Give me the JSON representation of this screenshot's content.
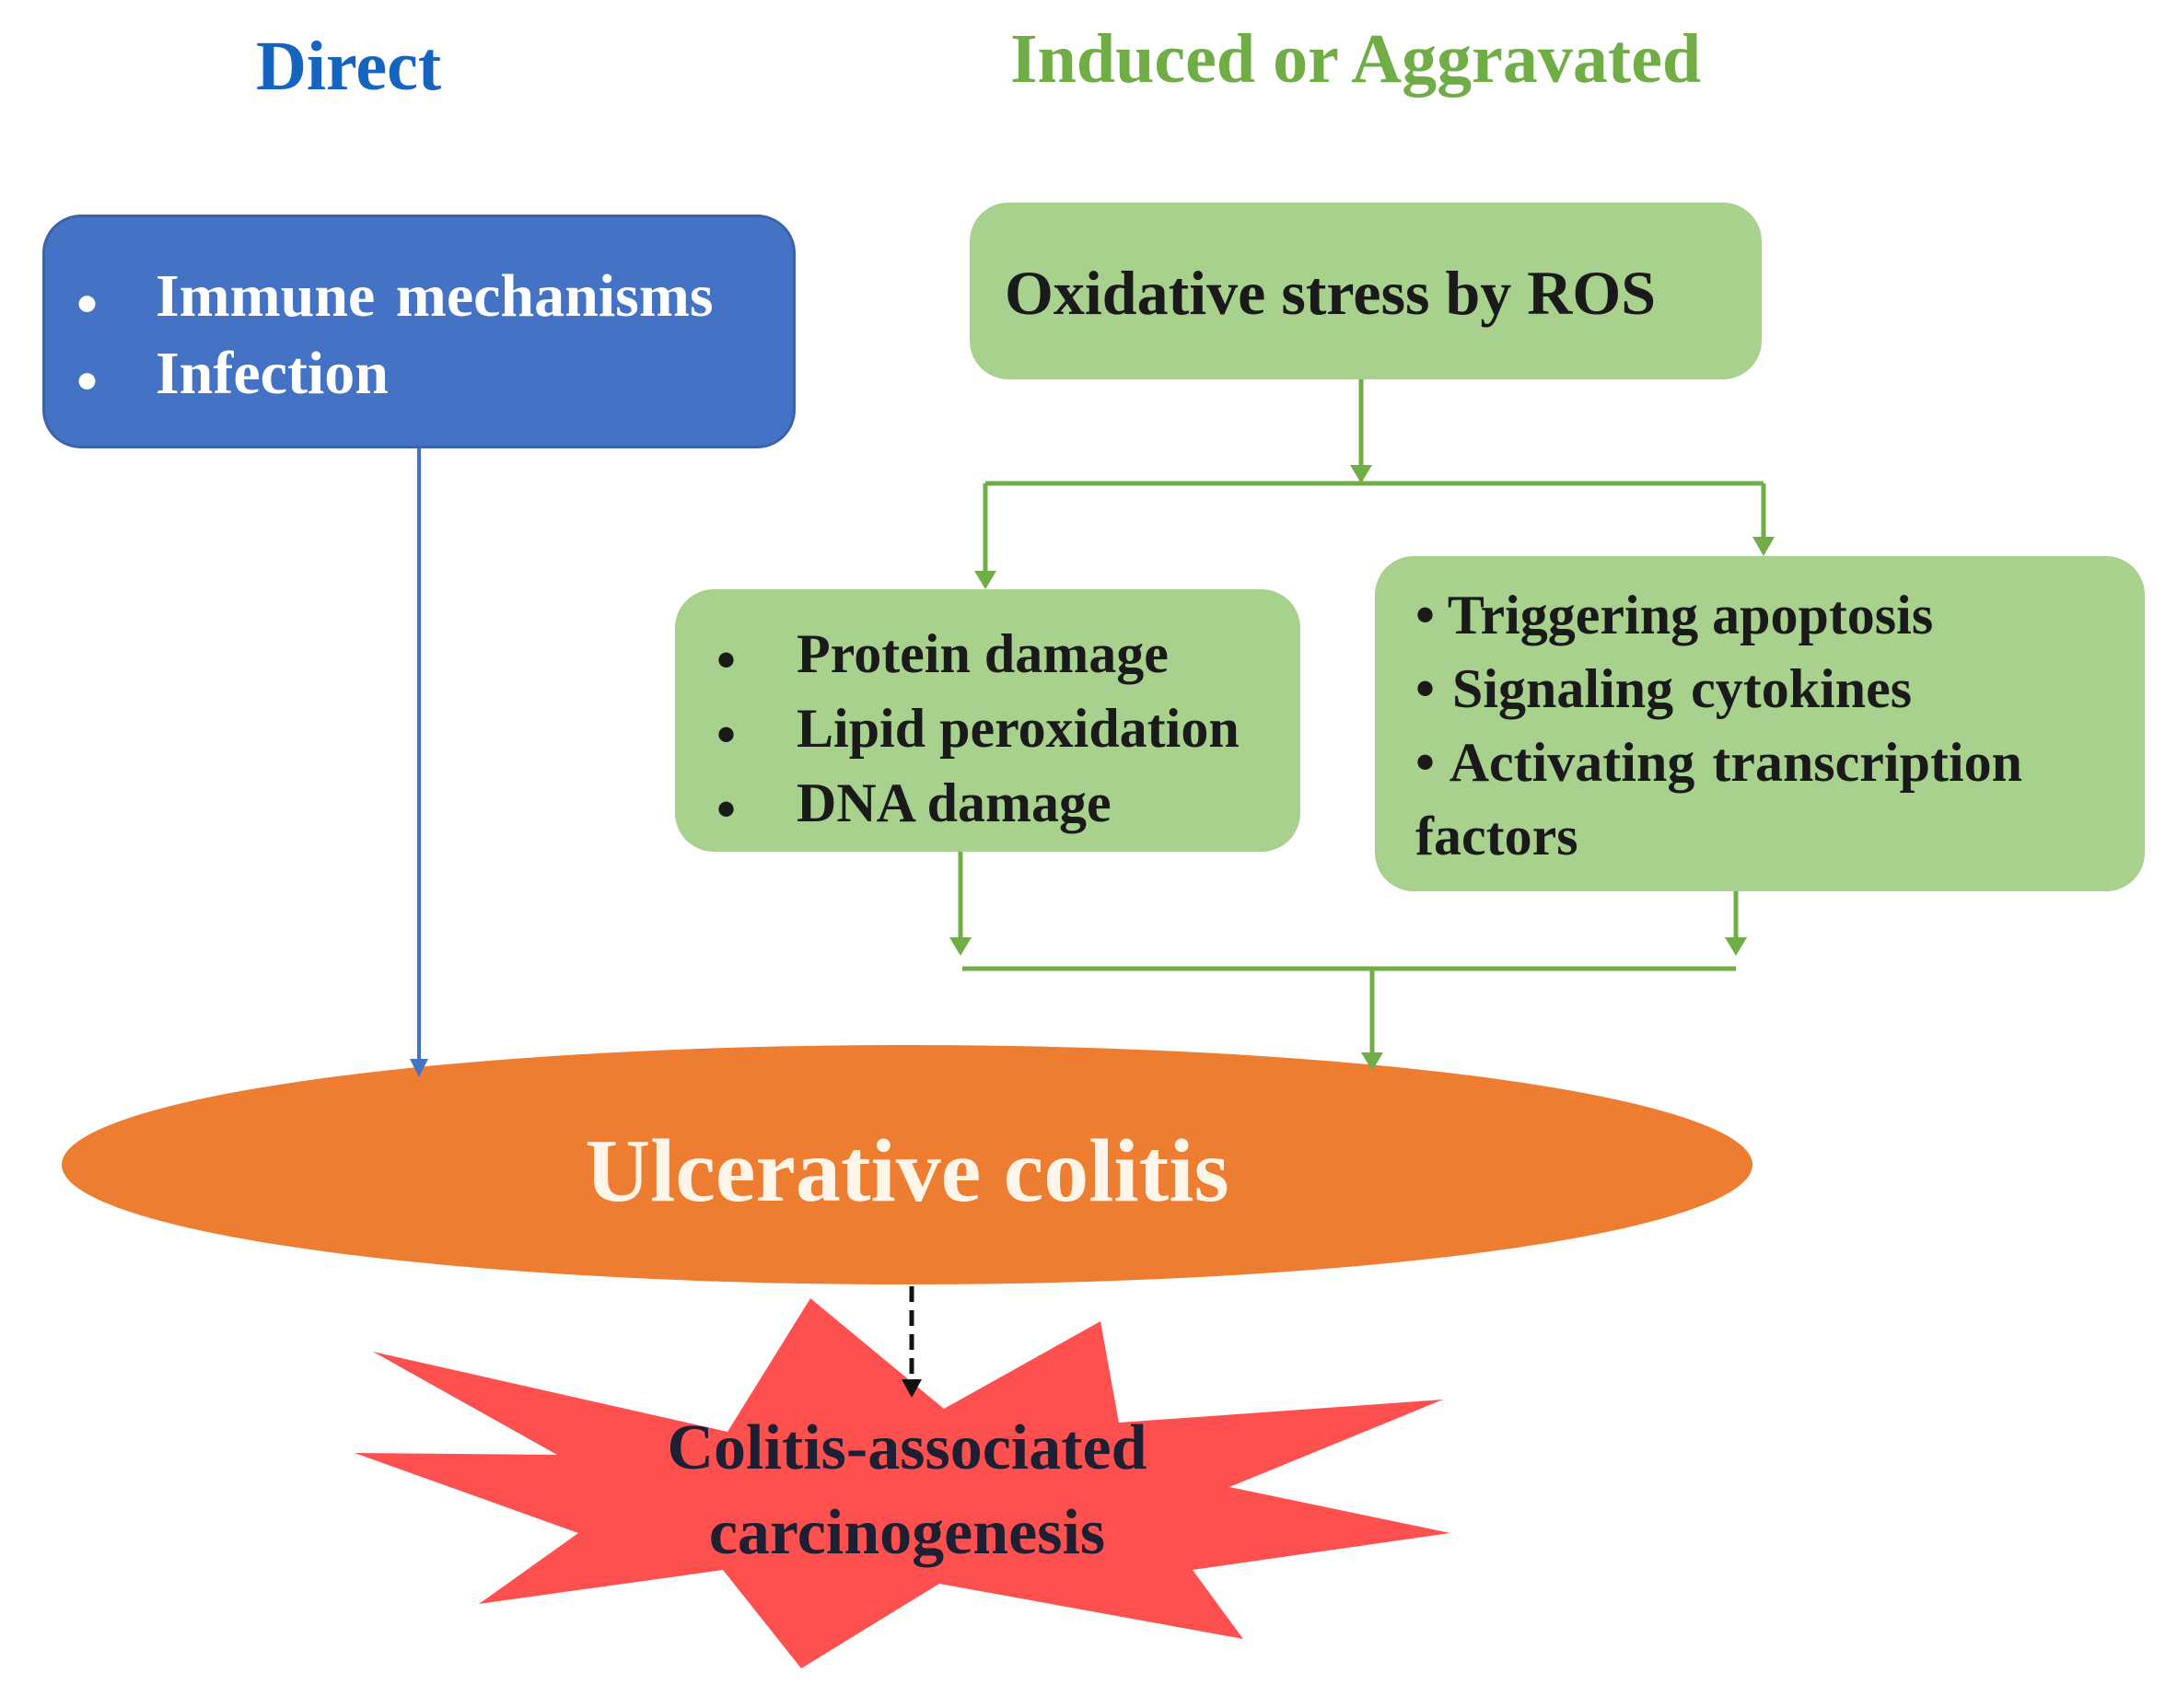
{
  "headings": {
    "direct": "Direct",
    "induced": "Induced or Aggravated"
  },
  "direct_box": {
    "items": [
      "Immune  mechanisms",
      "Infection"
    ]
  },
  "oxidative_box": {
    "label": "Oxidative stress by ROS"
  },
  "damage_box": {
    "items": [
      "Protein damage",
      "Lipid peroxidation",
      "DNA damage"
    ]
  },
  "signaling_box": {
    "items": [
      "• Triggering apoptosis",
      "• Signaling  cytokines",
      "• Activating  transcription",
      "factors"
    ]
  },
  "outcome": {
    "label": "Ulcerative colitis"
  },
  "cancer": {
    "line1": "Colitis-associated",
    "line2": "carcinogenesis"
  },
  "colors": {
    "direct_accent": "#1565c0",
    "direct_box": "#4472c4",
    "induced_accent": "#70ad47",
    "induced_box": "#a9d18e",
    "outcome_ellipse": "#ed7d31",
    "cancer_star": "#ff5050"
  },
  "bullet_symbol": "•"
}
